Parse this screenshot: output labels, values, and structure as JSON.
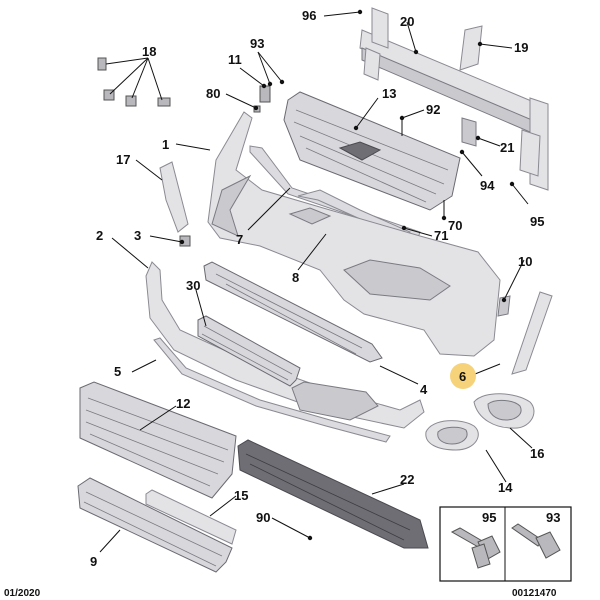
{
  "callouts": {
    "l1": "1",
    "l2": "2",
    "l3": "3",
    "l4": "4",
    "l5": "5",
    "l6": "6",
    "l7": "7",
    "l8": "8",
    "l9": "9",
    "l10": "10",
    "l11": "11",
    "l12": "12",
    "l13": "13",
    "l14": "14",
    "l15": "15",
    "l16": "16",
    "l17": "17",
    "l18": "18",
    "l19": "19",
    "l20": "20",
    "l21": "21",
    "l22": "22",
    "l30": "30",
    "l70": "70",
    "l71": "71",
    "l80": "80",
    "l90": "90",
    "l92": "92",
    "l93": "93",
    "l94": "94",
    "l95": "95",
    "l96": "96"
  },
  "fastener_box": {
    "left_label": "95",
    "right_label": "93"
  },
  "footer": {
    "date": "01/2020",
    "code": "00121470"
  },
  "colors": {
    "highlight": "#f6d27a",
    "line": "#111111",
    "part": "#e3e3e6"
  }
}
